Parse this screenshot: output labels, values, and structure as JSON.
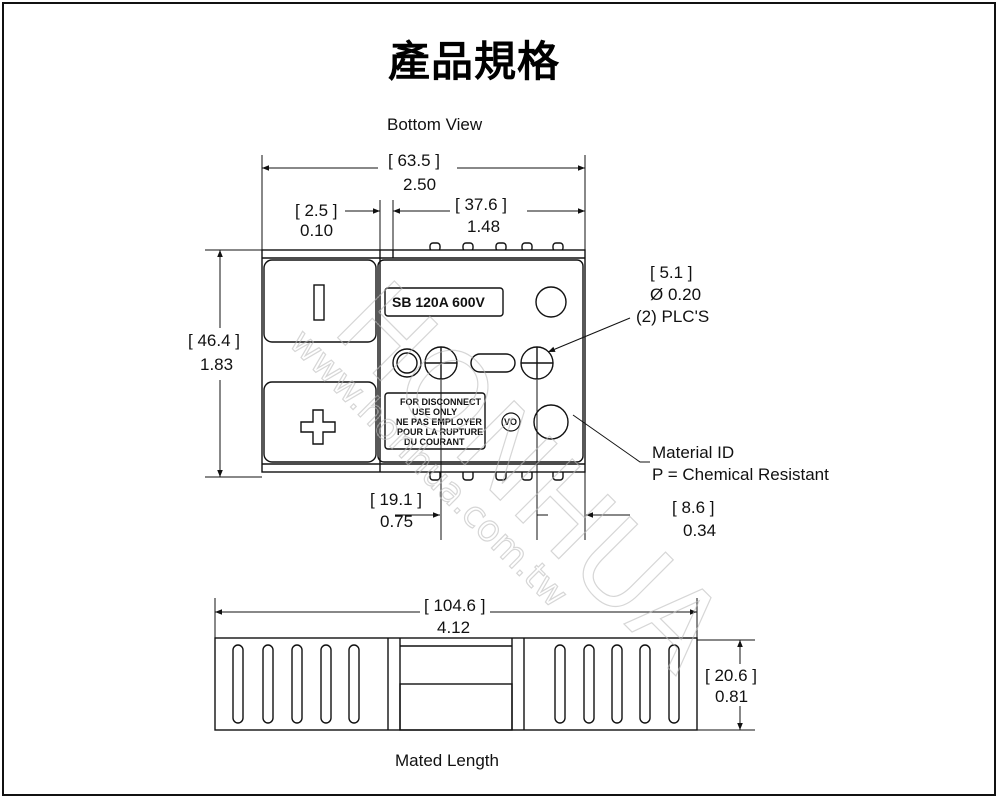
{
  "title": "產品規格",
  "bottom_view": {
    "label": "Bottom View",
    "dim_overall_width": {
      "mm": "[ 63.5 ]",
      "in": "2.50"
    },
    "dim_flange": {
      "mm": "[ 2.5 ]",
      "in": "0.10"
    },
    "dim_body": {
      "mm": "[ 37.6 ]",
      "in": "1.48"
    },
    "dim_height": {
      "mm": "[ 46.4 ]",
      "in": "1.83"
    },
    "dim_hole": {
      "mm": "[ 5.1 ]",
      "in": "Ø 0.20",
      "qty": "(2) PLC'S"
    },
    "dim_offset": {
      "mm": "[ 19.1 ]",
      "in": "0.75"
    },
    "dim_edge": {
      "mm": "[ 8.6 ]",
      "in": "0.34"
    },
    "material_id": {
      "title": "Material ID",
      "desc": "P =  Chemical Resistant"
    },
    "rating_text": "SB   120A   600V",
    "warning_lines": [
      "FOR DISCONNECT",
      "USE ONLY",
      "NE PAS EMPLOYER",
      "POUR LA RUPTURE",
      "DU COURANT"
    ],
    "vo_mark": "VO",
    "minus_symbol": "−",
    "plus_symbol": "+"
  },
  "mated_view": {
    "label": "Mated Length",
    "dim_length": {
      "mm": "[ 104.6 ]",
      "in": "4.12"
    },
    "dim_height": {
      "mm": "[ 20.6 ]",
      "in": "0.81"
    }
  },
  "watermark": {
    "logo": "HONHUA",
    "url": "www.honhua.com.tw"
  }
}
